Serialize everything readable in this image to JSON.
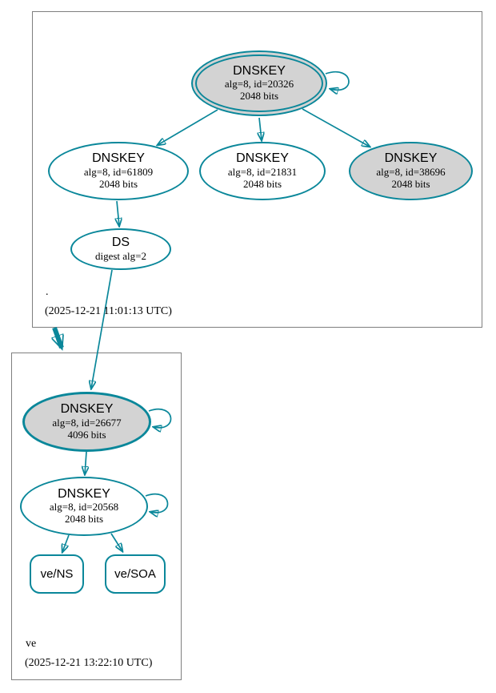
{
  "graph": {
    "clusters": {
      "root": {
        "label": ".",
        "timestamp": "(2025-12-21 11:01:13 UTC)"
      },
      "ve": {
        "label": "ve",
        "timestamp": "(2025-12-21 13:22:10 UTC)"
      }
    },
    "nodes": {
      "root_ksk": {
        "title": "DNSKEY",
        "detail": "alg=8, id=20326",
        "bits": "2048 bits"
      },
      "root_zsk_61809": {
        "title": "DNSKEY",
        "detail": "alg=8, id=61809",
        "bits": "2048 bits"
      },
      "root_zsk_21831": {
        "title": "DNSKEY",
        "detail": "alg=8, id=21831",
        "bits": "2048 bits"
      },
      "root_key_38696": {
        "title": "DNSKEY",
        "detail": "alg=8, id=38696",
        "bits": "2048 bits"
      },
      "ds": {
        "title": "DS",
        "detail": "digest alg=2"
      },
      "ve_ksk": {
        "title": "DNSKEY",
        "detail": "alg=8, id=26677",
        "bits": "4096 bits"
      },
      "ve_zsk": {
        "title": "DNSKEY",
        "detail": "alg=8, id=20568",
        "bits": "2048 bits"
      },
      "ve_ns": {
        "label": "ve/NS"
      },
      "ve_soa": {
        "label": "ve/SOA"
      }
    },
    "colors": {
      "edge_secure": "#0a879a",
      "node_fill_highlight": "#d3d3d3",
      "node_fill_default": "#ffffff",
      "cluster_border": "#7f7f7f"
    }
  }
}
